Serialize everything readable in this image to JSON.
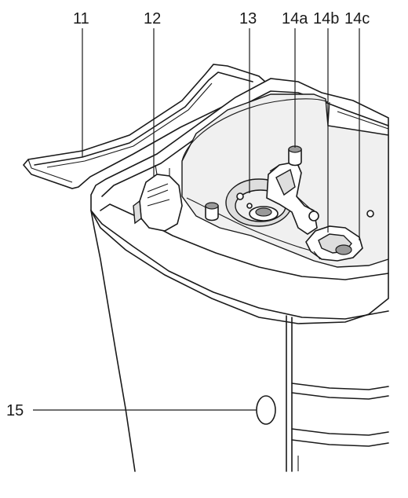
{
  "figure": {
    "labels": {
      "l11": "11",
      "l12": "12",
      "l13": "13",
      "l14a": "14a",
      "l14b": "14b",
      "l14c": "14c",
      "l15": "15"
    }
  }
}
